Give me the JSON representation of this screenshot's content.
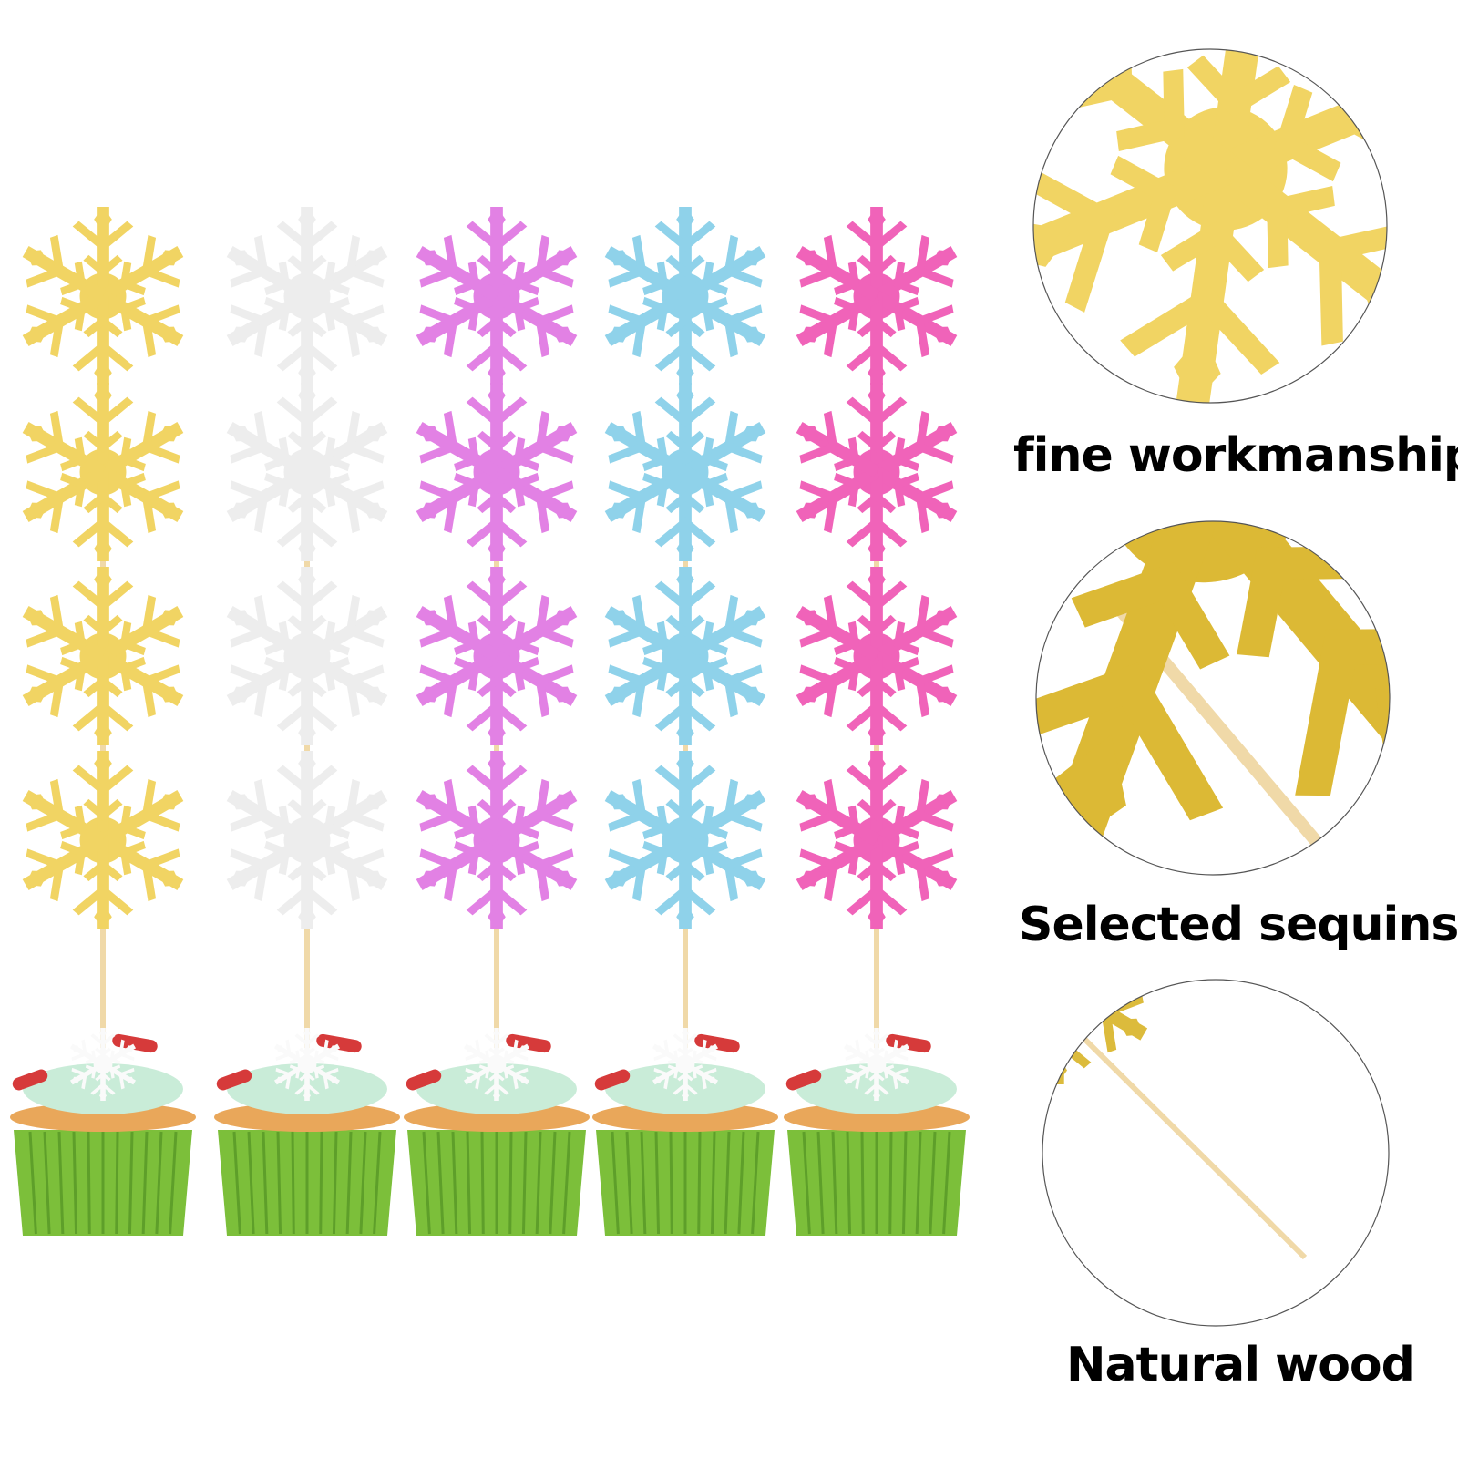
{
  "features": [
    {
      "label": "fine workmanship",
      "icon": "gold-snowflake-closeup"
    },
    {
      "label": "Selected sequins",
      "icon": "glitter-closeup"
    },
    {
      "label": "Natural wood",
      "icon": "wooden-stick-closeup"
    }
  ],
  "colors": {
    "toppers": [
      "#f1d463",
      "#ededed",
      "#e281e4",
      "#8fd2ea",
      "#f063b9"
    ],
    "stick": "#f0d9a8",
    "cup": "#7cbf3a",
    "cake": "#e9a75a",
    "frosting": "#c9ecd8"
  }
}
